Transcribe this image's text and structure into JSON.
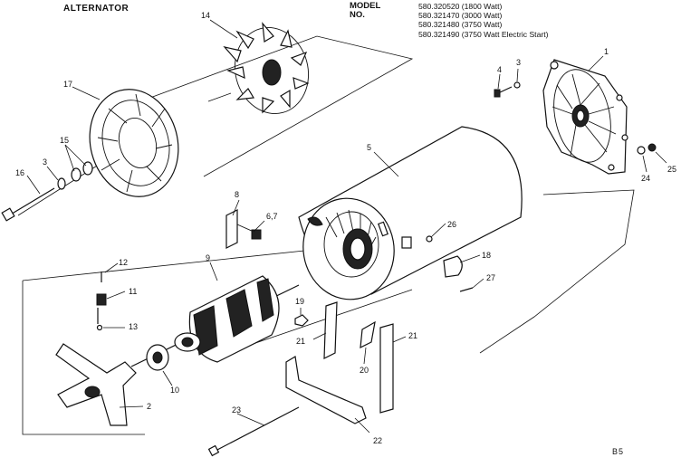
{
  "header": {
    "title": "ALTERNATOR",
    "model_heading": "MODEL NO.",
    "models": [
      "580.320520 (1800 Watt)",
      "580.321470 (3000 Watt)",
      "580.321480 (3750 Watt)",
      "580.321490 (3750 Watt Electric Start)"
    ]
  },
  "callouts": {
    "p1": "1",
    "p2": "2",
    "p3a": "3",
    "p3b": "3",
    "p4": "4",
    "p5": "5",
    "p67": "6,7",
    "p8": "8",
    "p9": "9",
    "p10": "10",
    "p11": "11",
    "p12": "12",
    "p13": "13",
    "p14": "14",
    "p15": "15",
    "p16": "16",
    "p17": "17",
    "p18": "18",
    "p19": "19",
    "p20": "20",
    "p21a": "21",
    "p21b": "21",
    "p22": "22",
    "p23": "23",
    "p24": "24",
    "p25": "25",
    "p26": "26",
    "p27": "27"
  },
  "footer": {
    "page_code": "B5"
  }
}
